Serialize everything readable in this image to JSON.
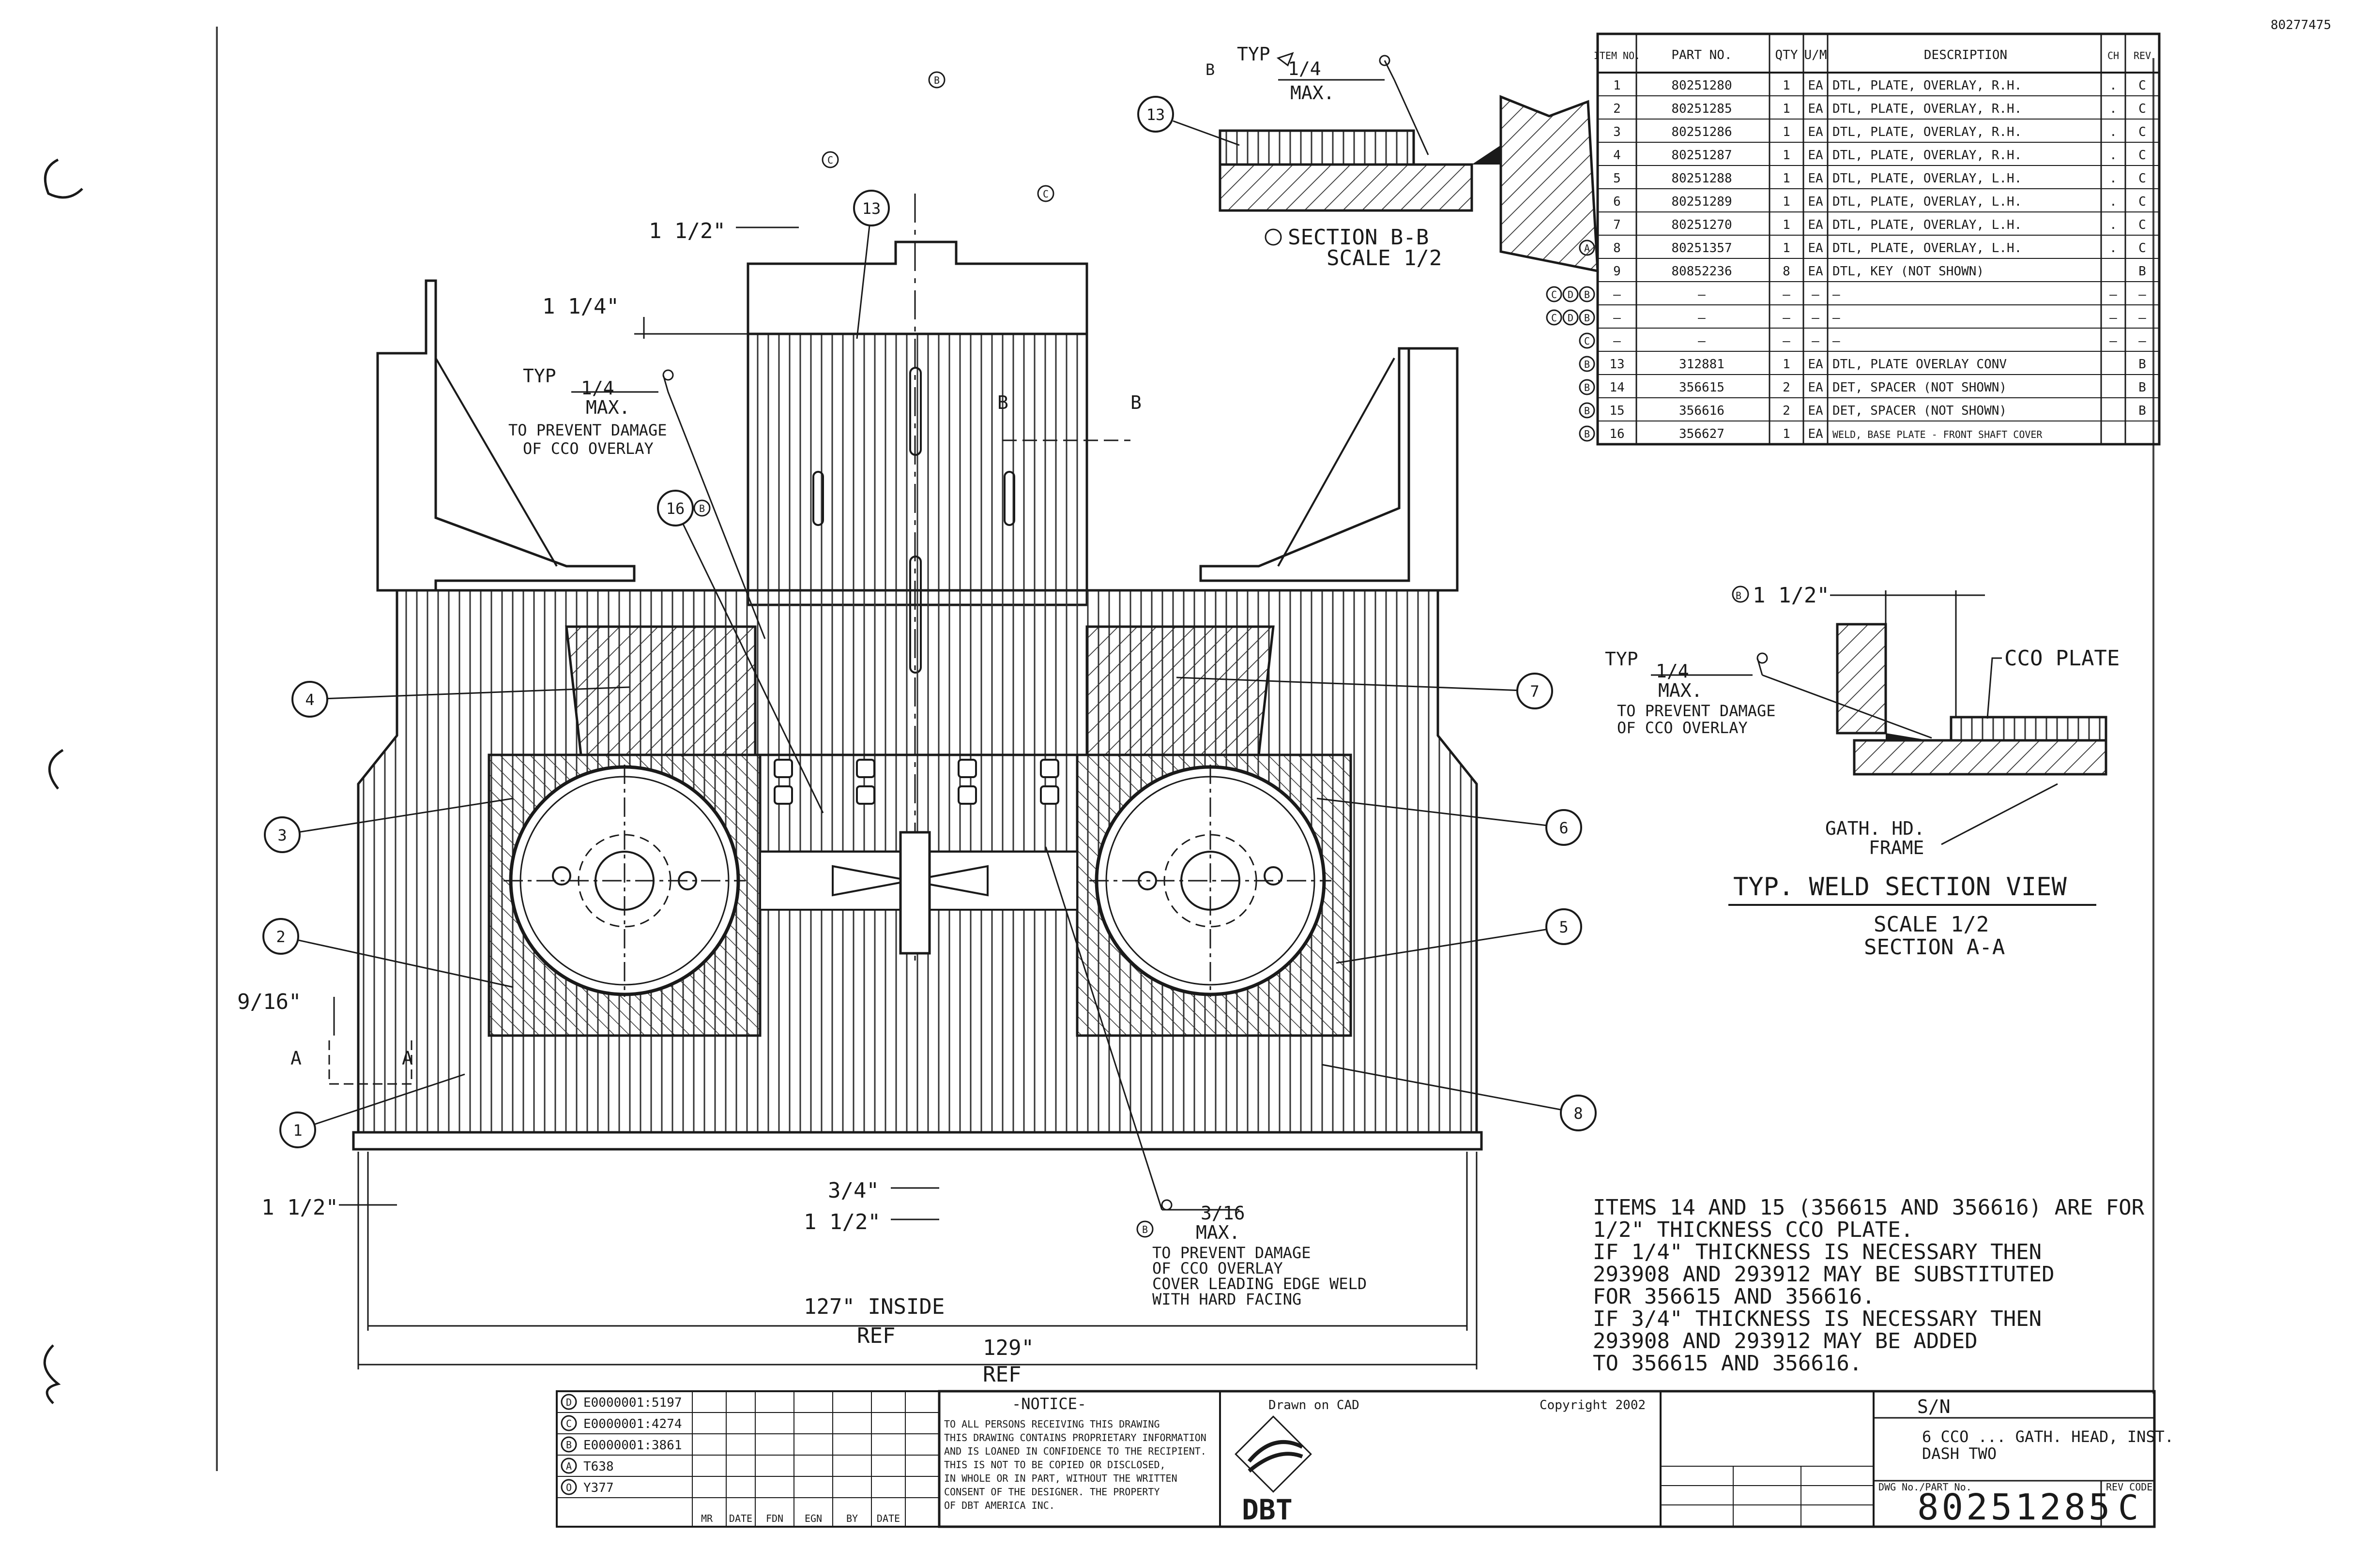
{
  "doc_id": "80277475",
  "parts_table": {
    "headers": [
      "ITEM NO.",
      "PART NO.",
      "QTY",
      "U/M",
      "DESCRIPTION",
      "CH",
      "REV"
    ],
    "rows": [
      {
        "item": "1",
        "part": "80251280",
        "qty": "1",
        "um": "EA",
        "desc": "DTL, PLATE, OVERLAY, R.H.",
        "ch": ".",
        "rev": "C",
        "mark": ""
      },
      {
        "item": "2",
        "part": "80251285",
        "qty": "1",
        "um": "EA",
        "desc": "DTL, PLATE, OVERLAY, R.H.",
        "ch": ".",
        "rev": "C",
        "mark": ""
      },
      {
        "item": "3",
        "part": "80251286",
        "qty": "1",
        "um": "EA",
        "desc": "DTL, PLATE, OVERLAY, R.H.",
        "ch": ".",
        "rev": "C",
        "mark": ""
      },
      {
        "item": "4",
        "part": "80251287",
        "qty": "1",
        "um": "EA",
        "desc": "DTL, PLATE, OVERLAY, R.H.",
        "ch": ".",
        "rev": "C",
        "mark": ""
      },
      {
        "item": "5",
        "part": "80251288",
        "qty": "1",
        "um": "EA",
        "desc": "DTL, PLATE, OVERLAY, L.H.",
        "ch": ".",
        "rev": "C",
        "mark": ""
      },
      {
        "item": "6",
        "part": "80251289",
        "qty": "1",
        "um": "EA",
        "desc": "DTL, PLATE, OVERLAY, L.H.",
        "ch": ".",
        "rev": "C",
        "mark": ""
      },
      {
        "item": "7",
        "part": "80251270",
        "qty": "1",
        "um": "EA",
        "desc": "DTL, PLATE, OVERLAY, L.H.",
        "ch": ".",
        "rev": "C",
        "mark": ""
      },
      {
        "item": "8",
        "part": "80251357",
        "qty": "1",
        "um": "EA",
        "desc": "DTL, PLATE, OVERLAY, L.H.",
        "ch": ".",
        "rev": "C",
        "mark": "A"
      },
      {
        "item": "9",
        "part": "80852236",
        "qty": "8",
        "um": "EA",
        "desc": "DTL, KEY (NOT SHOWN)",
        "ch": "",
        "rev": "B",
        "mark": ""
      },
      {
        "item": "—",
        "part": "—",
        "qty": "—",
        "um": "—",
        "desc": "—",
        "ch": "—",
        "rev": "—",
        "mark": "CDB"
      },
      {
        "item": "—",
        "part": "—",
        "qty": "—",
        "um": "—",
        "desc": "—",
        "ch": "—",
        "rev": "—",
        "mark": "CDB"
      },
      {
        "item": "—",
        "part": "—",
        "qty": "—",
        "um": "—",
        "desc": "—",
        "ch": "—",
        "rev": "—",
        "mark": "C"
      },
      {
        "item": "13",
        "part": "312881",
        "qty": "1",
        "um": "EA",
        "desc": "DTL, PLATE OVERLAY CONV",
        "ch": "",
        "rev": "B",
        "mark": "B"
      },
      {
        "item": "14",
        "part": "356615",
        "qty": "2",
        "um": "EA",
        "desc": "DET, SPACER (NOT SHOWN)",
        "ch": "",
        "rev": "B",
        "mark": "B"
      },
      {
        "item": "15",
        "part": "356616",
        "qty": "2",
        "um": "EA",
        "desc": "DET, SPACER (NOT SHOWN)",
        "ch": "",
        "rev": "B",
        "mark": "B"
      },
      {
        "item": "16",
        "part": "356627",
        "qty": "1",
        "um": "EA",
        "desc": "WELD, BASE PLATE - FRONT SHAFT COVER",
        "ch": "",
        "rev": "",
        "mark": "B"
      }
    ]
  },
  "section_bb": {
    "typ": "TYP",
    "size": "1/4",
    "max": "MAX.",
    "title": "SECTION B-B",
    "scale": "SCALE 1/2",
    "balloon": "13",
    "rev": "B"
  },
  "weld_section": {
    "typ": "TYP",
    "size": "1/4",
    "max": "MAX.",
    "prevent_1": "TO PREVENT DAMAGE",
    "prevent_2": "OF CCO OVERLAY",
    "dim": "1 1/2\"",
    "plate_label": "CCO PLATE",
    "frame_1": "GATH. HD.",
    "frame_2": "FRAME",
    "title": "TYP. WELD SECTION VIEW",
    "scale": "SCALE 1/2",
    "section": "SECTION A-A",
    "rev": "B"
  },
  "main_view": {
    "dim_top": "1 1/2\"",
    "dim_114": "1 1/4\"",
    "typ": "TYP",
    "size_14": "1/4",
    "max": "MAX.",
    "prevent_1": "TO PREVENT DAMAGE",
    "prevent_2": "OF CCO OVERLAY",
    "dim_916": "9/16\"",
    "sec_a": "A",
    "sec_b": "B",
    "dim_left": "1 1/2\"",
    "dim_34": "3/4\"",
    "dim_112b": "1 1/2\"",
    "weld_316": "3/16",
    "weld_max": "MAX.",
    "weld_note_1": "TO PREVENT DAMAGE",
    "weld_note_2": "OF CCO OVERLAY",
    "weld_note_3": "COVER LEADING EDGE WELD",
    "weld_note_4": "WITH HARD FACING",
    "dim_127": "127\" INSIDE",
    "ref_1": "REF",
    "dim_129": "129\"",
    "ref_2": "REF",
    "balloons": [
      "1",
      "2",
      "3",
      "4",
      "5",
      "6",
      "7",
      "8",
      "13",
      "16"
    ],
    "rev_marks": [
      "B",
      "C",
      "C",
      "B",
      "B"
    ]
  },
  "items_note": [
    "ITEMS 14 AND 15 (356615 AND 356616) ARE FOR",
    "1/2\" THICKNESS CCO PLATE.",
    "IF 1/4\" THICKNESS IS NECESSARY THEN",
    "293908 AND 293912 MAY BE SUBSTITUTED",
    "FOR 356615 AND 356616.",
    "IF 3/4\" THICKNESS IS NECESSARY THEN",
    "293908 AND 293912 MAY BE ADDED",
    "TO 356615 AND 356616."
  ],
  "revision_block": {
    "rows": [
      {
        "rev": "D",
        "ecn": "E0000001:5197"
      },
      {
        "rev": "C",
        "ecn": "E0000001:4274"
      },
      {
        "rev": "B",
        "ecn": "E0000001:3861"
      },
      {
        "rev": "A",
        "ecn": "T638"
      },
      {
        "rev": "O",
        "ecn": "Y377"
      }
    ],
    "cols": [
      "MR",
      "DATE",
      "FDN",
      "EGN",
      "BY",
      "DATE"
    ]
  },
  "title_block": {
    "notice_title": "-NOTICE-",
    "notice_lines": [
      "TO ALL PERSONS RECEIVING THIS DRAWING",
      "THIS DRAWING CONTAINS PROPRIETARY INFORMATION",
      "AND IS LOANED IN CONFIDENCE TO THE RECIPIENT.",
      "THIS IS NOT TO BE COPIED OR DISCLOSED,",
      "IN WHOLE OR IN PART, WITHOUT THE WRITTEN",
      "CONSENT OF THE DESIGNER. THE PROPERTY",
      "OF DBT AMERICA INC."
    ],
    "drawn": "Drawn on CAD",
    "copyright": "Copyright 2002",
    "company": "DBT",
    "sn_label": "S/N",
    "title_1": "6 CCO ... GATH. HEAD, INST.",
    "title_2": "DASH TWO",
    "dwg_label": "DWG No./PART No.",
    "dwg_no": "80251285",
    "rev_label": "REV CODE",
    "rev": "C"
  }
}
